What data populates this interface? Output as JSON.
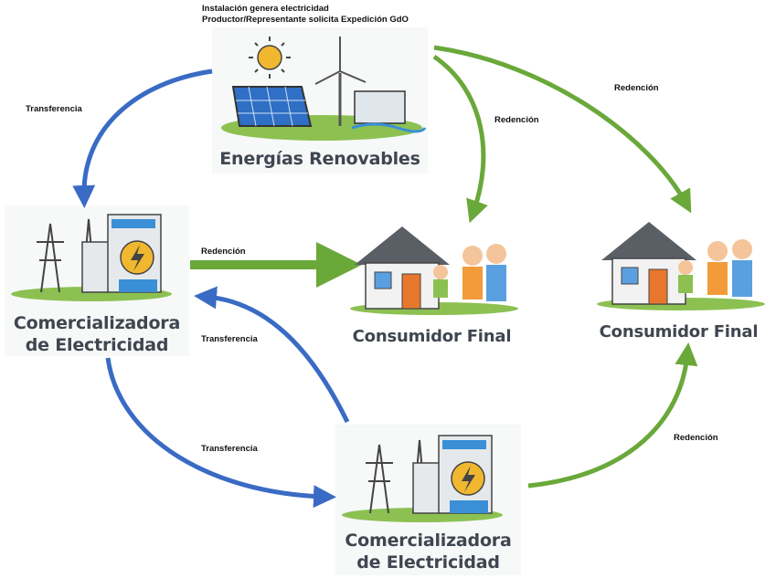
{
  "header": {
    "line1": "Instalación genera electricidad",
    "line2": "Productor/Representante solicita Expedición GdO"
  },
  "nodes": {
    "renewables": {
      "title": "Energías Renovables"
    },
    "retailer_left": {
      "title_line1": "Comercializadora",
      "title_line2": "de Electricidad"
    },
    "retailer_bottom": {
      "title_line1": "Comercializadora",
      "title_line2": "de Electricidad"
    },
    "consumer_middle": {
      "title": "Consumidor Final"
    },
    "consumer_right": {
      "title": "Consumidor Final"
    }
  },
  "edges": {
    "transfer_top_left": "Transferencia",
    "transfer_bottom_to_left": "Transferencia",
    "transfer_left_to_bottom": "Transferencia",
    "redemption_top_mid": "Redención",
    "redemption_top_right": "Redención",
    "redemption_left_mid": "Redención",
    "redemption_bottom_right": "Redención"
  },
  "colors": {
    "transfer_arrow": "#3a6bc4",
    "redemption_arrow": "#6aa83a",
    "title_text": "#3f4650"
  }
}
